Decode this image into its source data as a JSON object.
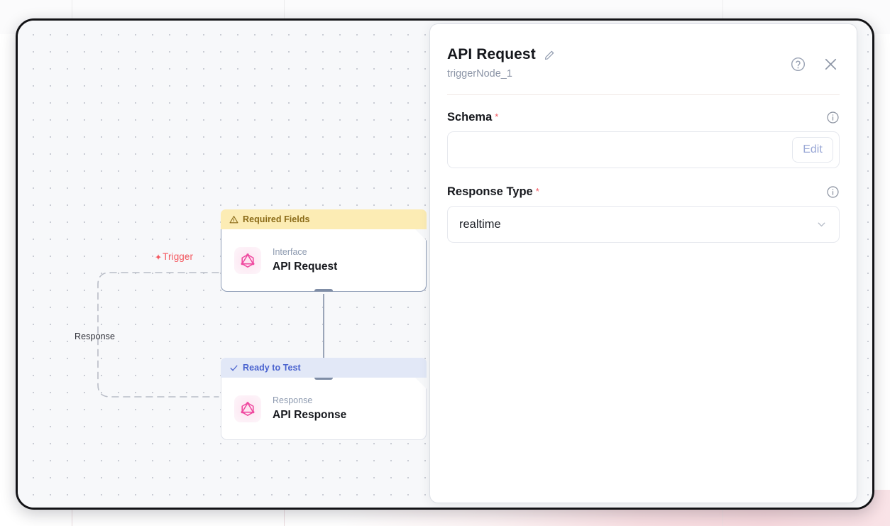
{
  "canvas": {
    "edges": [
      {
        "id": "trigger",
        "label": "Trigger",
        "icon": "lightning-bolt-icon",
        "color": "#f4585f"
      },
      {
        "id": "response",
        "label": "Response",
        "icon": "",
        "color": "#2f3038"
      }
    ],
    "nodes": [
      {
        "id": "node-api-request",
        "banner": {
          "text": "Required Fields",
          "icon": "warning-triangle-icon",
          "state": "warning"
        },
        "icon": "graphql-icon",
        "kind": "Interface",
        "title": "API Request"
      },
      {
        "id": "node-api-response",
        "banner": {
          "text": "Ready to Test",
          "icon": "check-icon",
          "state": "ready"
        },
        "icon": "graphql-icon",
        "kind": "Response",
        "title": "API Response"
      }
    ]
  },
  "panel": {
    "title": "API Request",
    "edit_title_icon": "pencil-icon",
    "subtitle": "triggerNode_1",
    "help_icon": "question-circle-icon",
    "close_icon": "close-icon",
    "fields": [
      {
        "id": "schema",
        "label": "Schema",
        "required_marker": "*",
        "info_icon": "info-circle-icon",
        "type": "text-with-button",
        "value": "",
        "placeholder": "",
        "button_label": "Edit"
      },
      {
        "id": "response_type",
        "label": "Response Type",
        "required_marker": "*",
        "info_icon": "info-circle-icon",
        "type": "select",
        "value": "realtime",
        "chevron_icon": "chevron-down-icon"
      }
    ]
  },
  "colors": {
    "accent_red": "#f4585f",
    "banner_warning_bg": "#fcecb4",
    "banner_warning_fg": "#8a6a17",
    "banner_ready_bg": "#e2e8f7",
    "banner_ready_fg": "#4a63cf",
    "node_icon_pink": "#ef4aa0",
    "frame_border": "#131316"
  }
}
